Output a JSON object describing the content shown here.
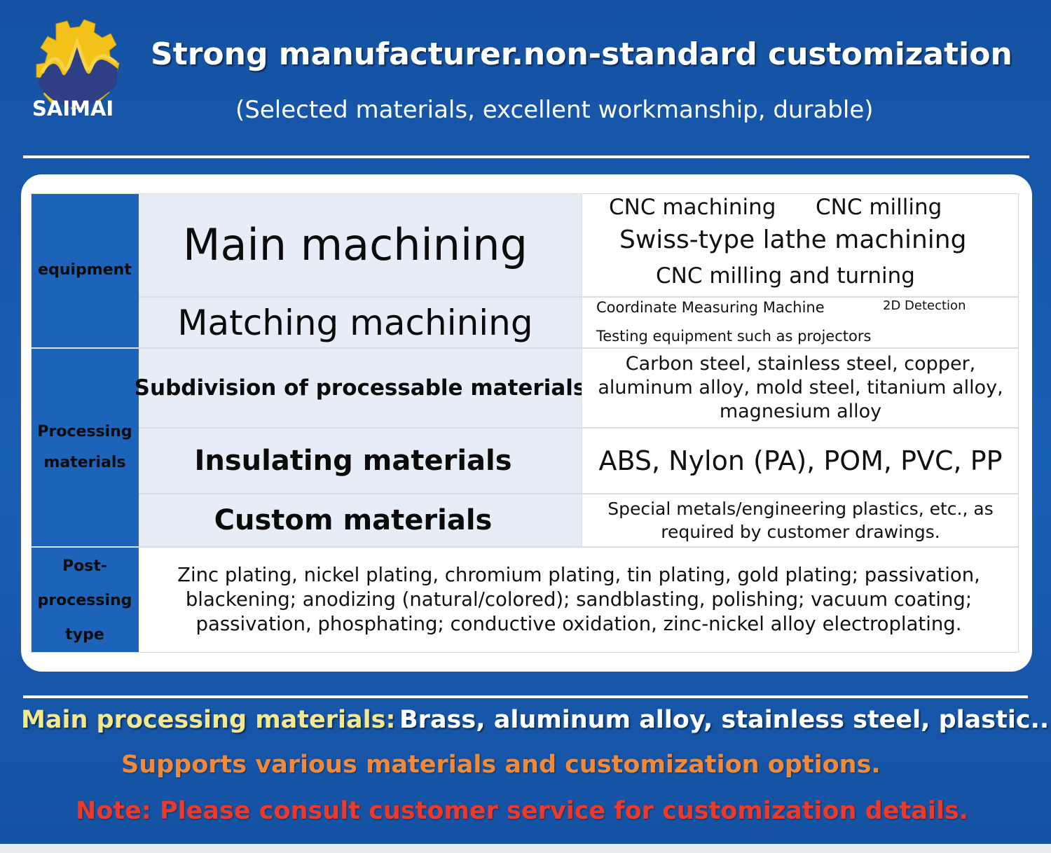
{
  "brand": {
    "name": "SAIMAI",
    "logo_icon": "gear-wave-logo"
  },
  "header": {
    "title": "Strong manufacturer.non-standard customization",
    "subtitle": "(Selected materials, excellent workmanship, durable)"
  },
  "table": {
    "equipment": {
      "category": "equipment",
      "main_label": "Main machining",
      "main_items": [
        "CNC machining",
        "CNC milling",
        "Swiss-type lathe machining",
        "CNC milling and turning"
      ],
      "matching_label": "Matching machining",
      "matching_items": [
        "Coordinate Measuring Machine",
        "2D Detection",
        "Testing equipment such as projectors"
      ]
    },
    "materials": {
      "category_line1": "Processing",
      "category_line2": "materials",
      "subdivision_label": "Subdivision of processable materials",
      "subdivision_value": "Carbon steel, stainless steel, copper, aluminum alloy, mold steel, titanium alloy, magnesium alloy",
      "insulating_label": "Insulating materials",
      "insulating_value": "ABS, Nylon (PA), POM, PVC, PP",
      "custom_label": "Custom materials",
      "custom_value": "Special metals/engineering plastics, etc., as required by customer drawings."
    },
    "post": {
      "category_line1": "Post-",
      "category_line2": "processing",
      "category_line3": "type",
      "value": "Zinc plating, nickel plating, chromium plating, tin plating, gold plating; passivation, blackening; anodizing (natural/colored); sandblasting, polishing; vacuum coating; passivation, phosphating; conductive oxidation, zinc-nickel alloy electroplating."
    }
  },
  "footer": {
    "main_materials_label": "Main processing materials:",
    "main_materials_value": "Brass, aluminum alloy, stainless steel, plastic...",
    "support_text": "Supports various materials and customization options.",
    "note_text": "Note: Please consult customer service for customization details."
  },
  "colors": {
    "background": "#1553a6",
    "category_cell": "#1d63b9",
    "label_cell": "#e7edf7",
    "highlight_yellow": "#f3e88e",
    "highlight_orange": "#f08a3a",
    "note_red": "#ea3a2c"
  }
}
